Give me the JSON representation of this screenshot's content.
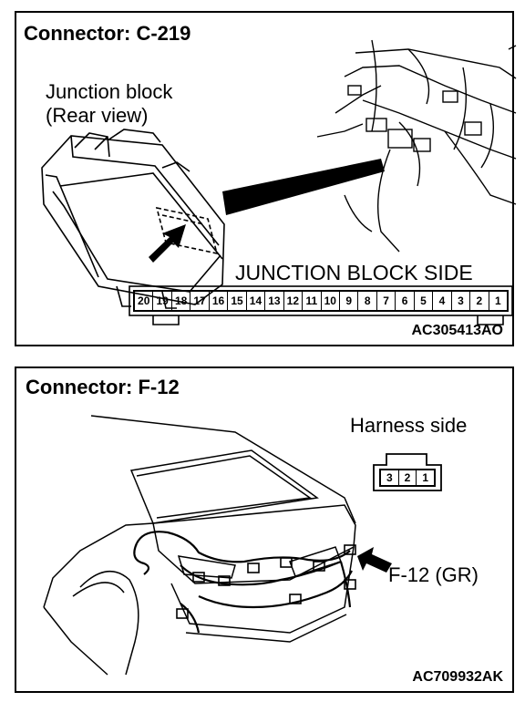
{
  "panel1": {
    "title": "Connector: C-219",
    "junction_label_line1": "Junction block",
    "junction_label_line2": "(Rear view)",
    "side_label": "JUNCTION BLOCK SIDE",
    "pins": [
      "20",
      "19",
      "18",
      "17",
      "16",
      "15",
      "14",
      "13",
      "12",
      "11",
      "10",
      "9",
      "8",
      "7",
      "6",
      "5",
      "4",
      "3",
      "2",
      "1"
    ],
    "code": "AC305413AO"
  },
  "panel2": {
    "title": "Connector: F-12",
    "harness_label": "Harness side",
    "pins": [
      "3",
      "2",
      "1"
    ],
    "connector_label": "F-12 (GR)",
    "code": "AC709932AK"
  }
}
